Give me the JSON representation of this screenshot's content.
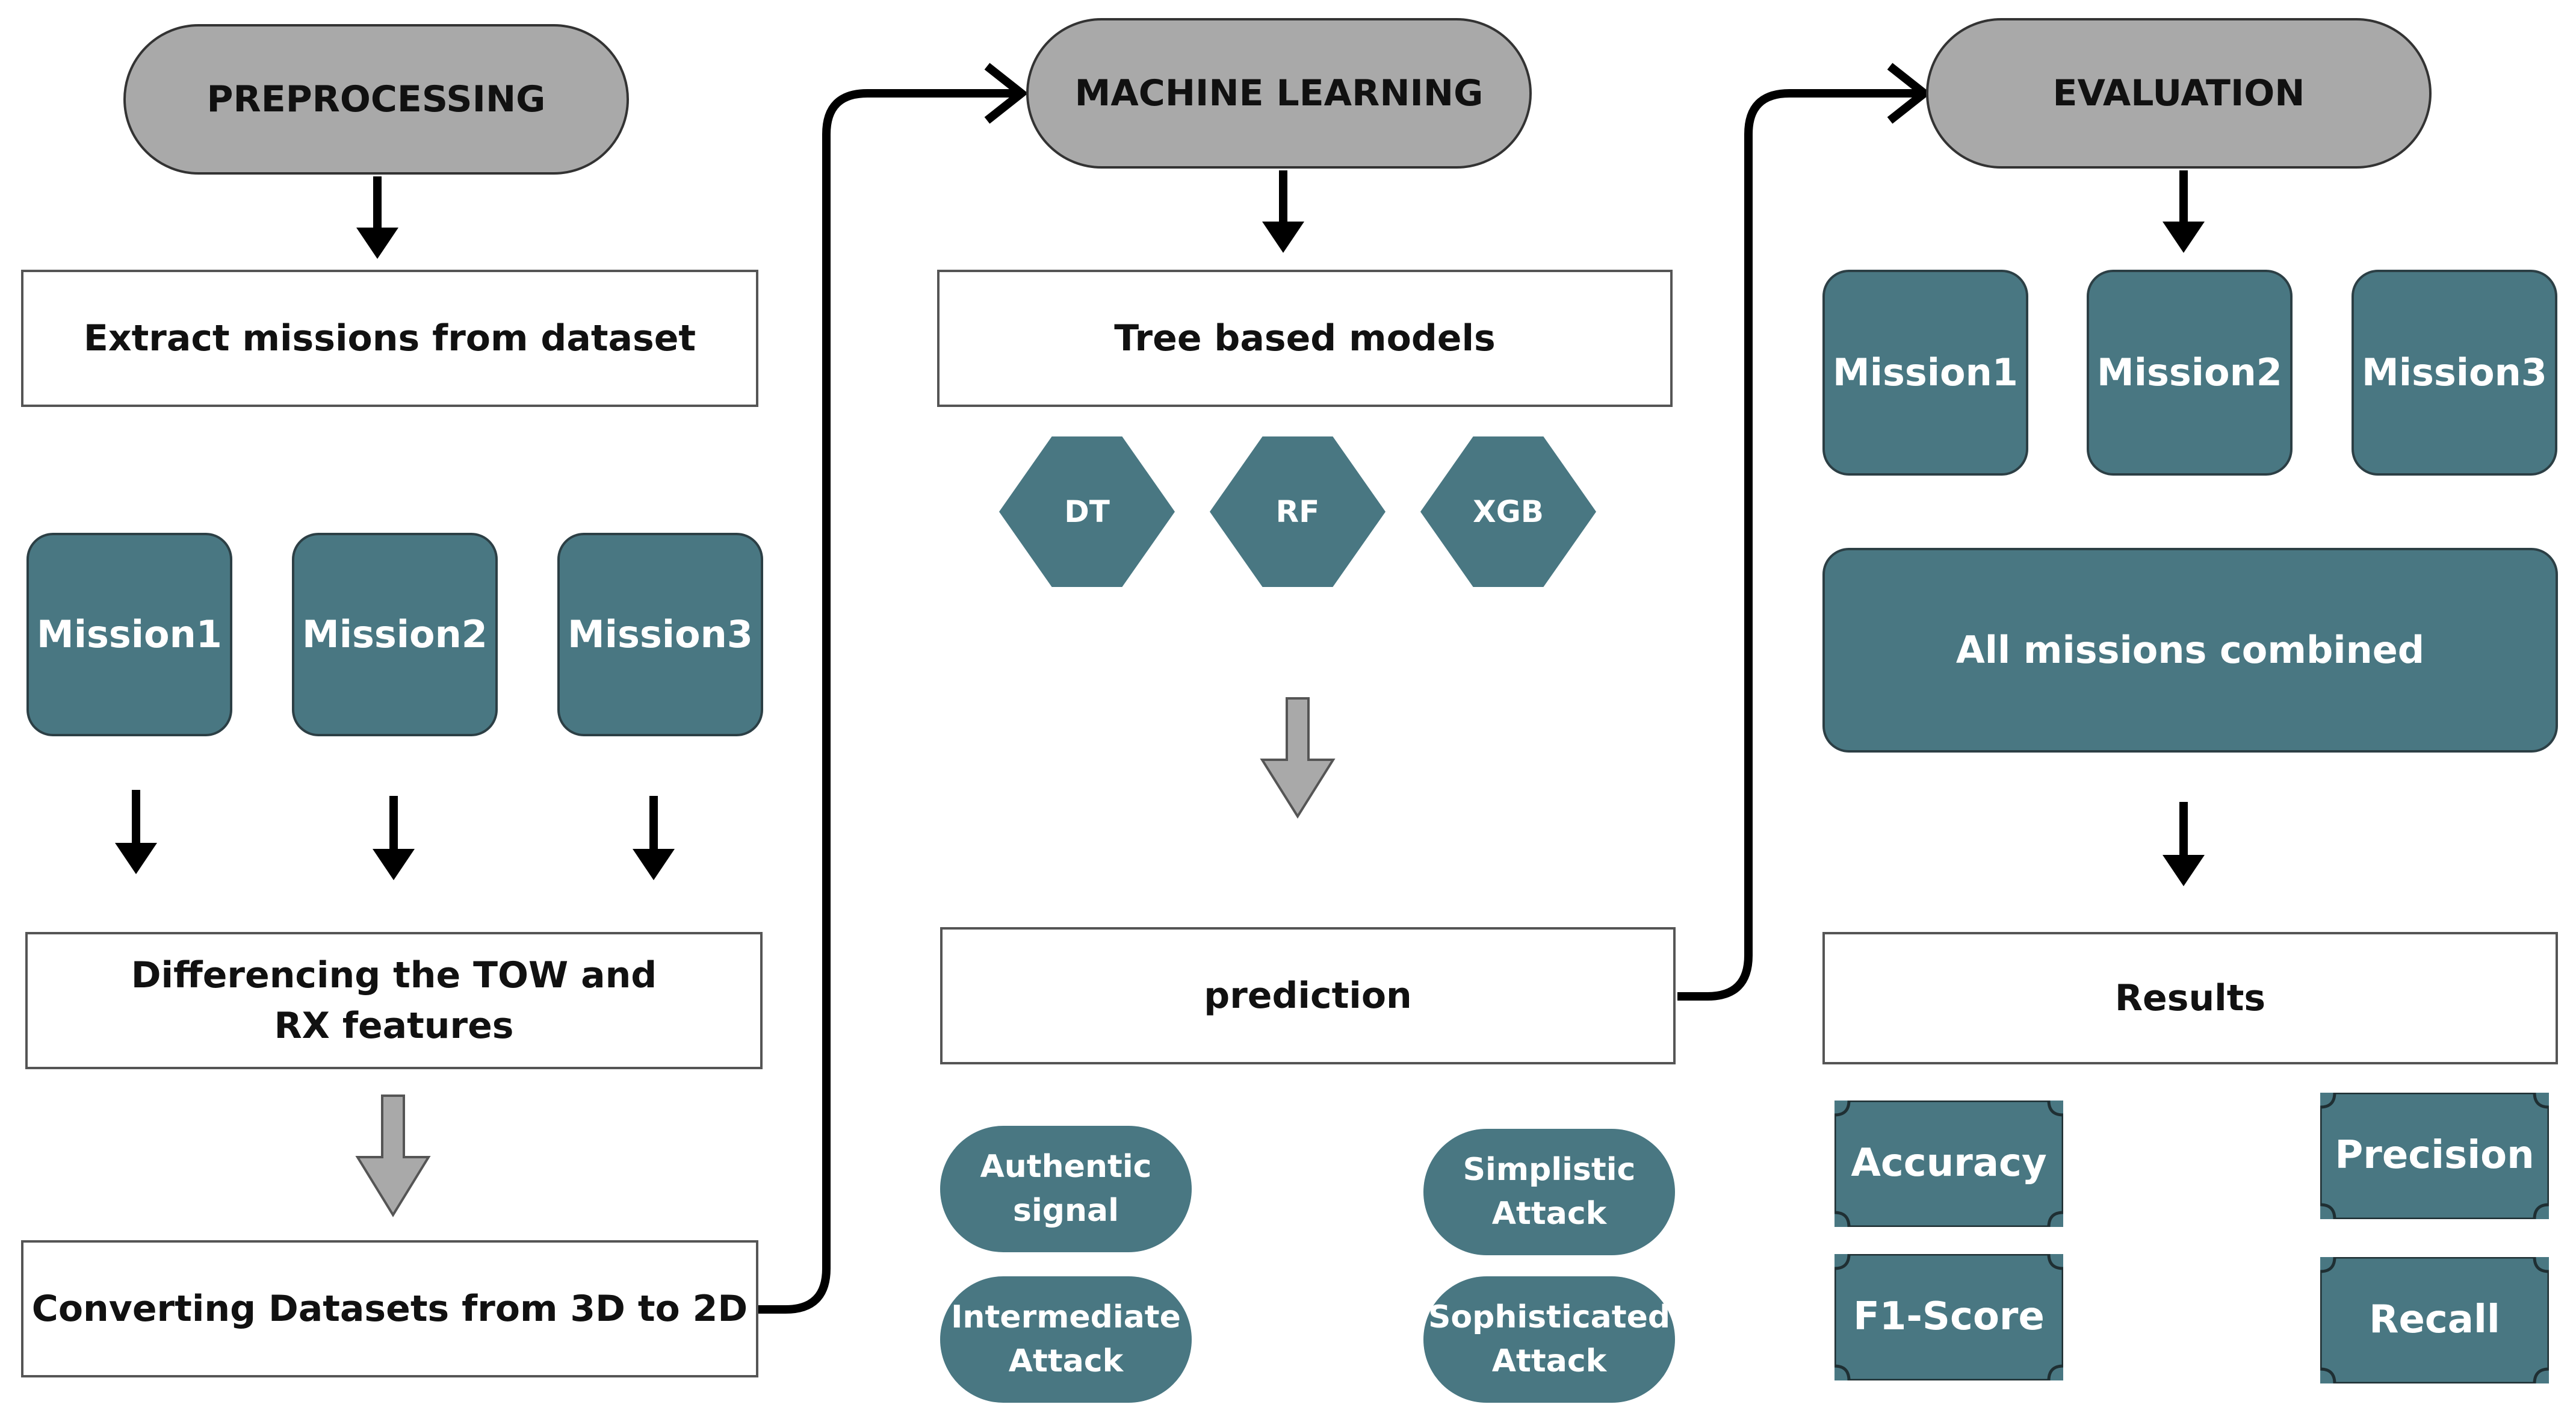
{
  "colors": {
    "teal": "#497782",
    "header_gray": "#a9a9a9",
    "arrow_black": "#000000",
    "arrow_gray": "#a9a9a9"
  },
  "preprocessing": {
    "title": "PREPROCESSING",
    "extract": "Extract missions from dataset",
    "missions": [
      "Mission1",
      "Mission2",
      "Mission3"
    ],
    "differencing": "Differencing the TOW and RX features",
    "converting": "Converting Datasets from 3D to 2D"
  },
  "machine_learning": {
    "title": "MACHINE LEARNING",
    "models": "Tree based models",
    "algorithms": [
      "DT",
      "RF",
      "XGB"
    ],
    "prediction": "prediction",
    "classes": [
      "Authentic signal",
      "Simplistic Attack",
      "Intermediate Attack",
      "Sophisticated Attack"
    ]
  },
  "evaluation": {
    "title": "EVALUATION",
    "missions": [
      "Mission1",
      "Mission2",
      "Mission3"
    ],
    "combined": "All missions combined",
    "results": "Results",
    "metrics": [
      "Accuracy",
      "Precision",
      "F1-Score",
      "Recall"
    ]
  }
}
